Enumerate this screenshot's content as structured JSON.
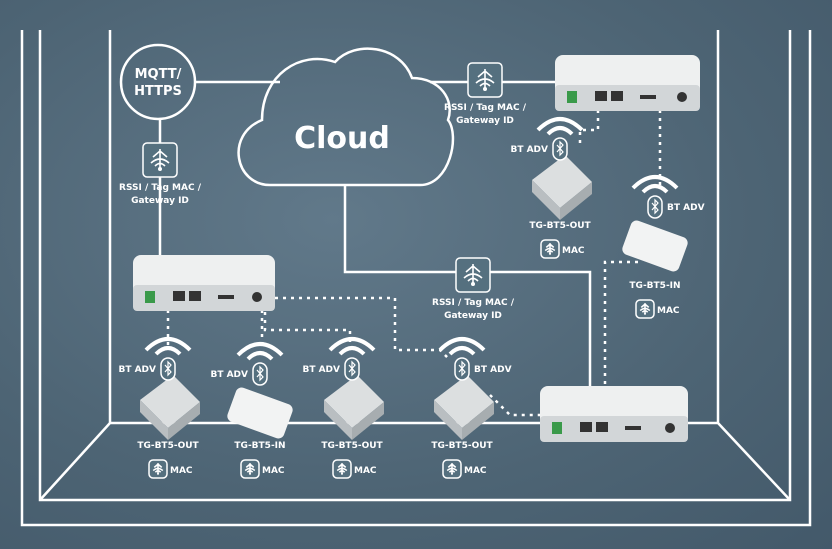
{
  "protocol": {
    "line1": "MQTT/",
    "line2": "HTTPS"
  },
  "cloud": {
    "label": "Cloud"
  },
  "data_payload": {
    "line1": "RSSI / Tag MAC /",
    "line2": "Gateway ID"
  },
  "bt_label": "BT ADV",
  "mac_label": "MAC",
  "sensors": [
    {
      "model": "TG-BT5-OUT",
      "kind": "out"
    },
    {
      "model": "TG-BT5-IN",
      "kind": "in"
    },
    {
      "model": "TG-BT5-OUT",
      "kind": "out"
    },
    {
      "model": "TG-BT5-OUT",
      "kind": "out"
    },
    {
      "model": "TG-BT5-OUT",
      "kind": "out"
    },
    {
      "model": "TG-BT5-IN",
      "kind": "in"
    }
  ],
  "colors": {
    "background": "#4f6676",
    "lines": "#ffffff",
    "device": "#e8eaea"
  }
}
